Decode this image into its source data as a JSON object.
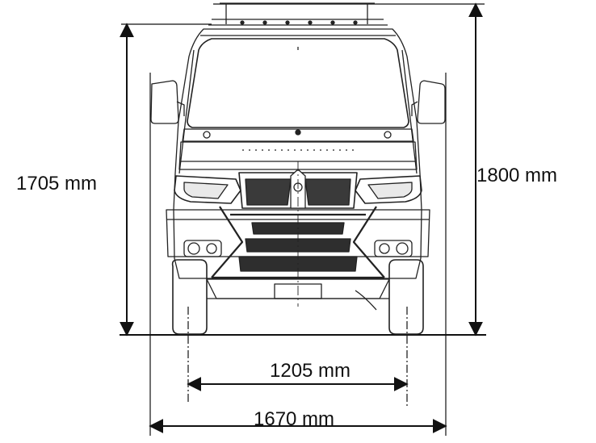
{
  "dimensions": {
    "height_mirror": "1705 mm",
    "height_overall": "1800 mm",
    "track_width": "1205 mm",
    "overall_width": "1670 mm"
  },
  "colors": {
    "line": "#111111",
    "background": "#ffffff"
  }
}
